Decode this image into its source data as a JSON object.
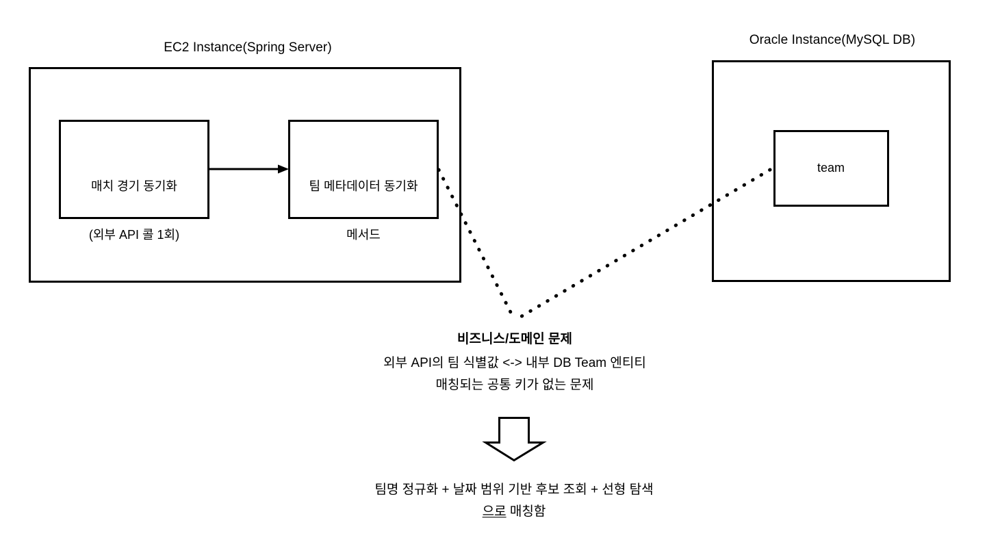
{
  "diagram": {
    "type": "architecture-flow-diagram",
    "background_color": "#ffffff",
    "stroke_color": "#000000"
  },
  "groups": [
    {
      "id": "ec2",
      "label": "EC2 Instance(Spring Server)",
      "boxes": [
        {
          "id": "match-sync",
          "lines": [
            "매치 경기 동기화",
            "(외부 API 콜 1회)"
          ]
        },
        {
          "id": "team-meta-sync",
          "lines": [
            "팀 메타데이터 동기화",
            "메서드"
          ]
        }
      ]
    },
    {
      "id": "oracle",
      "label": "Oracle Instance(MySQL DB)",
      "boxes": [
        {
          "id": "team-table",
          "lines": [
            "team"
          ]
        }
      ]
    }
  ],
  "labels": {
    "ec2_instance": "EC2 Instance(Spring Server)",
    "oracle_instance": "Oracle Instance(MySQL DB)",
    "box_match_sync_line1": "매치 경기 동기화",
    "box_match_sync_line2": "(외부 API 콜 1회)",
    "box_team_meta_line1": "팀 메타데이터 동기화",
    "box_team_meta_line2": "메서드",
    "box_team_table": "team"
  },
  "problem_note": {
    "title": "비즈니스/도메인 문제",
    "line1": "외부 API의 팀 식별값 <-> 내부 DB Team 엔티티",
    "line2": "매칭되는 공통 키가 없는 문제"
  },
  "solution_note": {
    "line1": "팀명 정규화 + 날짜 범위 기반 후보 조회 + 선형 탐색",
    "line2_underlined": "으로",
    "line2_rest": " 매칭함"
  },
  "connectors": [
    {
      "id": "match-to-meta",
      "style": "solid-arrow",
      "from": "match-sync",
      "to": "team-meta-sync"
    },
    {
      "id": "meta-to-problem",
      "style": "dotted",
      "from": "team-meta-sync",
      "to": "problem-note"
    },
    {
      "id": "team-to-problem",
      "style": "dotted",
      "from": "team-table",
      "to": "problem-note"
    },
    {
      "id": "problem-to-solution",
      "style": "hollow-down-arrow",
      "from": "problem-note",
      "to": "solution-note"
    }
  ]
}
